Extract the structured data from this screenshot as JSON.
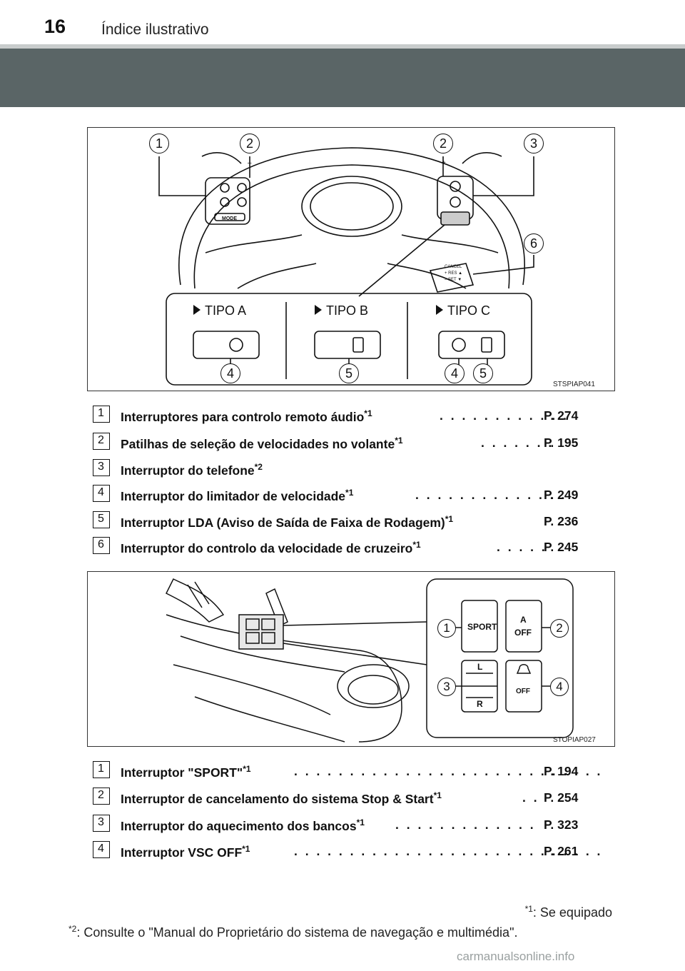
{
  "header": {
    "page_number": "16",
    "title": "Índice ilustrativo"
  },
  "figure1": {
    "code": "STSPIAP041",
    "callouts": [
      "1",
      "2",
      "2",
      "3",
      "6"
    ],
    "types": [
      {
        "label": "TIPO A",
        "callouts": [
          "4"
        ]
      },
      {
        "label": "TIPO B",
        "callouts": [
          "5"
        ]
      },
      {
        "label": "TIPO C",
        "callouts": [
          "4",
          "5"
        ]
      }
    ],
    "switch_labels": {
      "mode": "MODE",
      "cancel": "CANCEL",
      "res": "+ RES ▲",
      "set": "– SET ▼",
      "minus": "–",
      "plus": "+"
    }
  },
  "list1": [
    {
      "n": "1",
      "text": "Interruptores para controlo remoto áudio",
      "sup": "*1",
      "dots": ". . . . . . . . . . . .",
      "page": "P. 274"
    },
    {
      "n": "2",
      "text": "Patilhas de seleção de velocidades no volante",
      "sup": "*1",
      "dots": ". . . . . . .",
      "page": "P. 195"
    },
    {
      "n": "3",
      "text": "Interruptor do telefone",
      "sup": "*2",
      "dots": "",
      "page": ""
    },
    {
      "n": "4",
      "text": "Interruptor do limitador de velocidade",
      "sup": "*1",
      "dots": ". . . . . . . . . . . . . .",
      "page": "P. 249"
    },
    {
      "n": "5",
      "text": "Interruptor LDA (Aviso de Saída de Faixa de Rodagem)",
      "sup": "*1",
      "dots": "",
      "page": "P. 236"
    },
    {
      "n": "6",
      "text": "Interruptor do controlo da velocidade de cruzeiro",
      "sup": "*1",
      "dots": ". . . . .",
      "page": "P. 245"
    }
  ],
  "figure2": {
    "code": "STOPIAP027",
    "callouts": [
      "1",
      "2",
      "3",
      "4"
    ],
    "button_labels": {
      "sport": "SPORT",
      "a": "A",
      "off": "OFF",
      "l": "L",
      "r": "R",
      "vsc_off": "OFF"
    }
  },
  "list2": [
    {
      "n": "1",
      "text": "Interruptor \"SPORT\"",
      "sup": "*1",
      "dots": ". . . . . . . . . . . . . . . . . . . . . . . . . . . .",
      "page": "P. 194"
    },
    {
      "n": "2",
      "text": "Interruptor de cancelamento do sistema Stop & Start",
      "sup": "*1",
      "dots": ". .",
      "page": "P. 254"
    },
    {
      "n": "3",
      "text": "Interruptor do aquecimento dos bancos",
      "sup": "*1",
      "dots": ". . . . . . . . . . . . .",
      "page": "P. 323"
    },
    {
      "n": "4",
      "text": "Interruptor VSC OFF",
      "sup": "*1",
      "dots": ". . . . . . . . . . . . . . . . . . . . . . . . . . . .",
      "page": "P. 261"
    }
  ],
  "footnotes": {
    "f1_mark": "*1",
    "f1_text": ": Se equipado",
    "f2_mark": "*2",
    "f2_text": ": Consulte o \"Manual do Proprietário do sistema de navegação e multimédia\"."
  },
  "watermark": "carmanualsonline.info",
  "colors": {
    "band": "#5a6566",
    "rule": "#c8cccc"
  }
}
